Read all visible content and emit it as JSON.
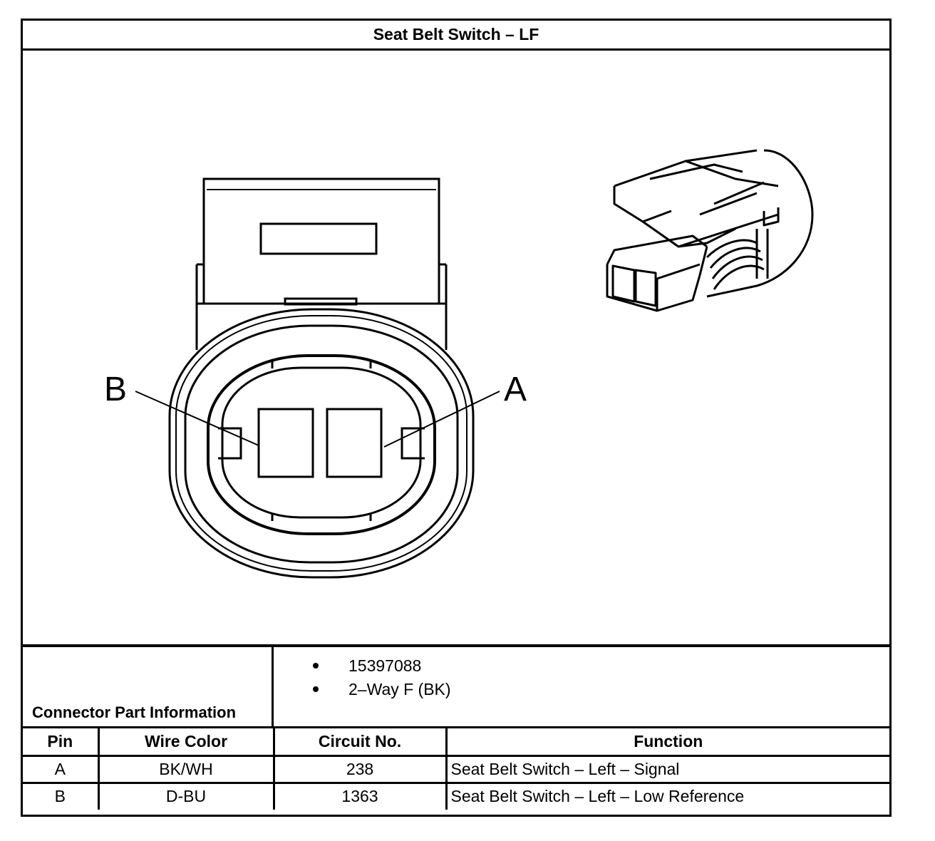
{
  "title": "Seat Belt Switch – LF",
  "connector": {
    "label_b": "B",
    "label_a": "A"
  },
  "part_info": {
    "label": "Connector Part Information",
    "items": [
      "15397088",
      "2–Way F (BK)"
    ]
  },
  "table": {
    "headers": [
      "Pin",
      "Wire Color",
      "Circuit No.",
      "Function"
    ],
    "rows": [
      [
        "A",
        "BK/WH",
        "238",
        "Seat Belt Switch – Left – Signal"
      ],
      [
        "B",
        "D-BU",
        "1363",
        "Seat Belt Switch – Left – Low Reference"
      ]
    ]
  }
}
